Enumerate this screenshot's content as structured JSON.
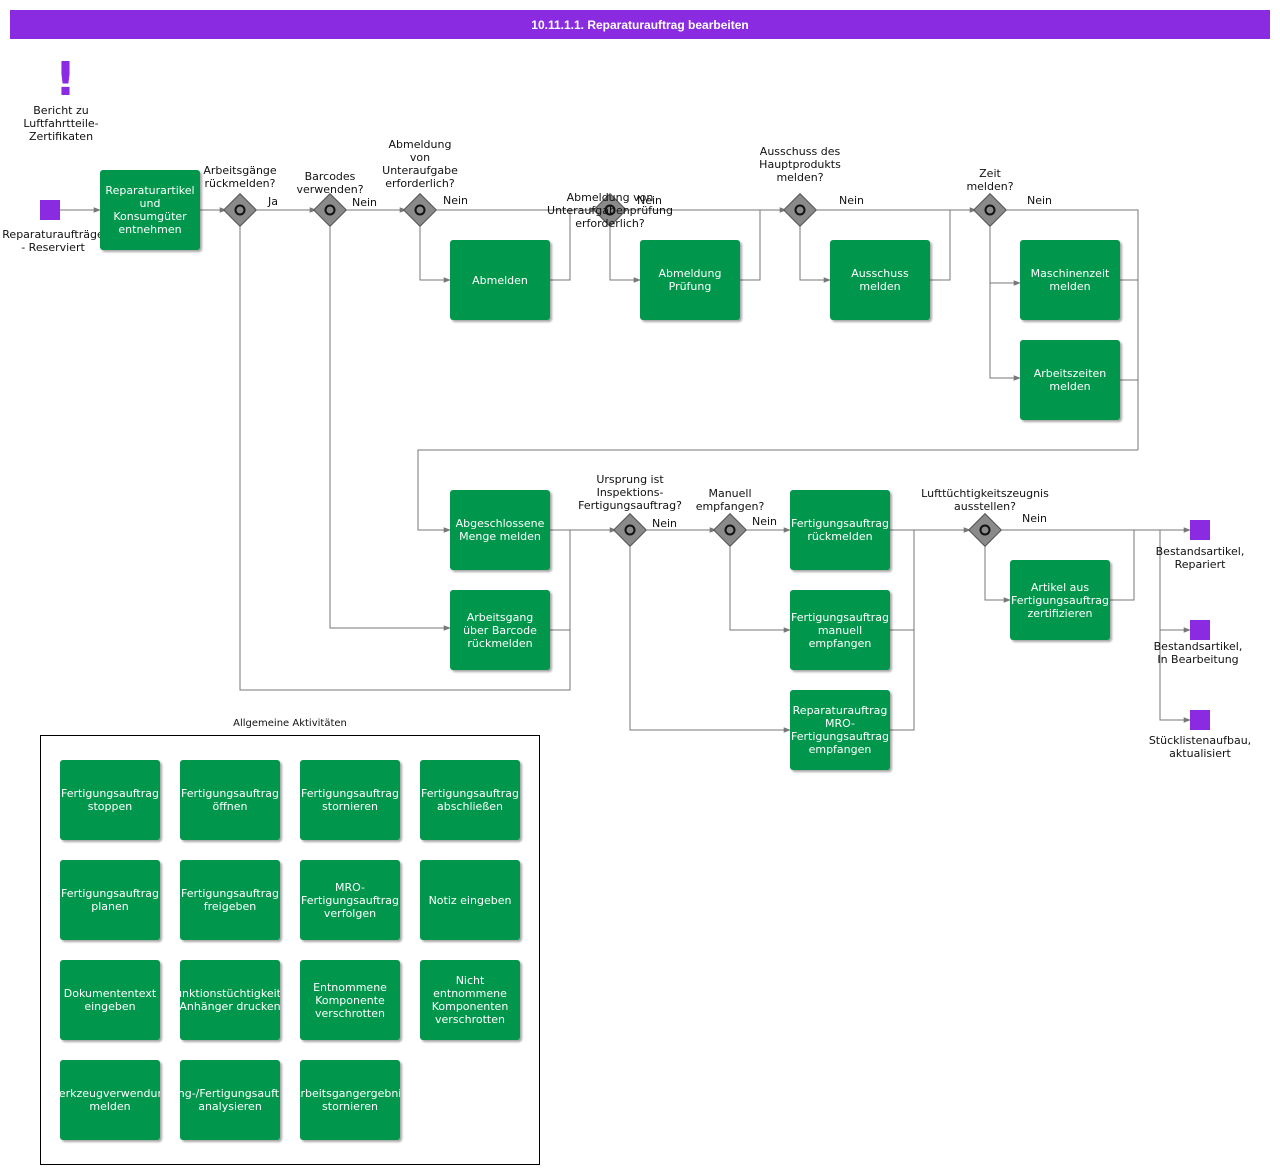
{
  "title": "10.11.1.1. Reparaturauftrag bearbeiten",
  "note": "Bericht zu\nLuftfahrtteile-\nZertifikaten",
  "start_event": "Reparaturaufträge\n- Reserviert",
  "tasks": {
    "t_entnehmen": "Reparaturartikel\nund\nKonsumgüter\nentnehmen",
    "t_abmelden": "Abmelden",
    "t_abmeldung_pruefung": "Abmeldung\nPrüfung",
    "t_ausschuss": "Ausschuss\nmelden",
    "t_maschinenzeit": "Maschinenzeit\nmelden",
    "t_arbeitszeiten": "Arbeitszeiten\nmelden",
    "t_abgeschlossene": "Abgeschlossene\nMenge melden",
    "t_arbeitsgang_barcode": "Arbeitsgang\nüber Barcode\nrückmelden",
    "t_fa_rueckmelden": "Fertigungsauftrag\nrückmelden",
    "t_fa_manuell": "Fertigungsauftrag\nmanuell\nempfangen",
    "t_mro_empfangen": "Reparaturauftrag\nMRO-\nFertigungsauftrag\nempfangen",
    "t_zertifizieren": "Artikel aus\nFertigungsauftrag\nzertifizieren"
  },
  "gateways": {
    "g1": "Arbeitsgänge\nrückmelden?",
    "g2": "Barcodes\nverwenden?",
    "g3": "Abmeldung\nvon\nUnteraufgabe\nerforderlich?",
    "g4": "Abmeldung von\nUnteraufgabenprüfung\nerforderlich?",
    "g5": "Ausschuss des\nHauptprodukts\nmelden?",
    "g6": "Zeit\nmelden?",
    "g7": "Ursprung ist\nInspektions-\nFertigungsauftrag?",
    "g8": "Manuell\nempfangen?",
    "g9": "Lufttüchtigkeitszeugnis\nausstellen?"
  },
  "flow_labels": {
    "ja": "Ja",
    "nein": "Nein"
  },
  "end_events": {
    "e_repariert": "Bestandsartikel,\nRepariert",
    "e_bearbeitung": "Bestandsartikel,\nIn Bearbeitung",
    "e_stueckliste": "Stücklistenaufbau,\naktualisiert"
  },
  "general": {
    "label": "Allgemeine Aktivitäten",
    "items": [
      "Fertigungsauftrag\nstoppen",
      "Fertigungsauftrag\nöffnen",
      "Fertigungsauftrag\nstornieren",
      "Fertigungsauftrag\nabschließen",
      "Fertigungsauftrag\nplanen",
      "Fertigungsauftrag\nfreigeben",
      "MRO-\nFertigungsauftrag\nverfolgen",
      "Notiz eingeben",
      "Dokumententext\neingeben",
      "Funktionstüchtigkeits-\nAnhänger drucken",
      "Entnommene\nKomponente\nverschrotten",
      "Nicht\nentnommene\nKomponenten\nverschrotten",
      "Werkzeugverwendung\nmelden",
      "Arbeitsgang-/Fertigungsauftragsdaten\nanalysieren",
      "Arbeitsgangergebnis\nstornieren"
    ]
  },
  "colors": {
    "header": "#8a2be2",
    "task": "#00964b",
    "gateway": "#8a8a8a",
    "event": "#8a2be2",
    "connector": "#777777"
  }
}
